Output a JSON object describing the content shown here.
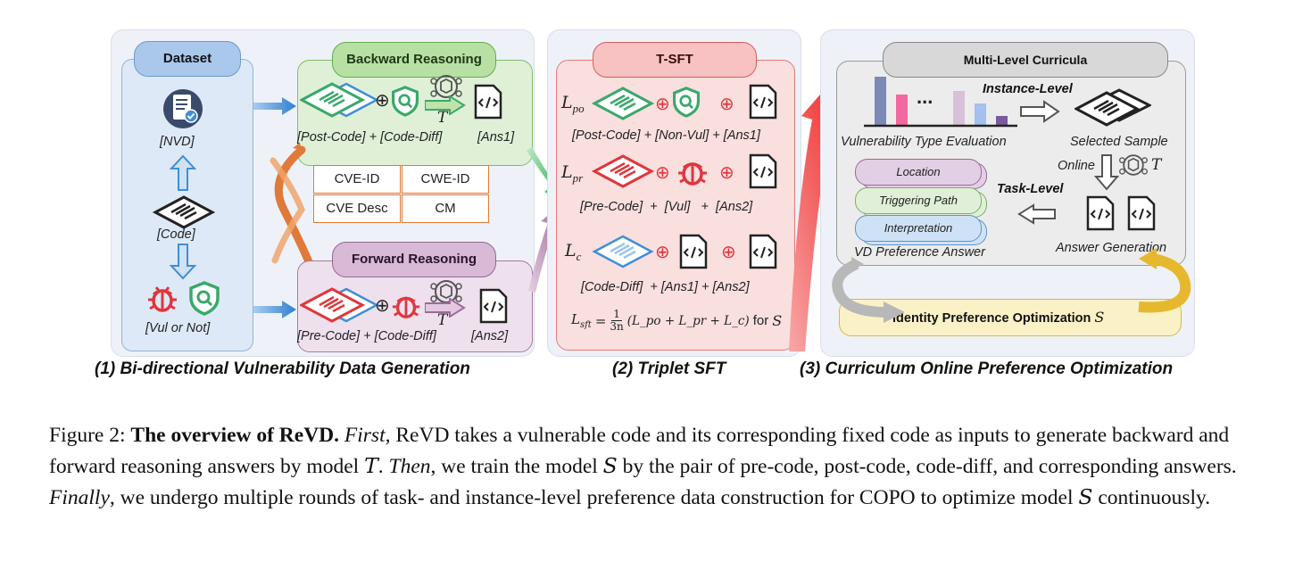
{
  "panel1": {
    "dataset_label": "Dataset",
    "nvd_label": "[NVD]",
    "code_label": "[Code]",
    "vul_label": "[Vul or Not]",
    "backward_title": "Backward Reasoning",
    "backward_caption": "[Post-Code] + [Code-Diff]",
    "backward_ans": "[Ans1]",
    "forward_title": "Forward Reasoning",
    "forward_caption": "[Pre-Code] + [Code-Diff]",
    "forward_ans": "[Ans2]",
    "meta": [
      "CVE-ID",
      "CWE-ID",
      "CVE Desc",
      "CM"
    ],
    "teacher_symbol": "T",
    "title": "(1) Bi-directional Vulnerability Data Generation"
  },
  "panel2": {
    "title_box": "T-SFT",
    "l_po": "L",
    "l_po_sub": "po",
    "row1_caption": "[Post-Code] + [Non-Vul] + [Ans1]",
    "l_pr": "L",
    "l_pr_sub": "pr",
    "row2_caption": "[Pre-Code]  +  [Vul]   +  [Ans2]",
    "l_c": "L",
    "l_c_sub": "c",
    "row3_caption": "[Code-Diff]  + [Ans1] + [Ans2]",
    "formula": "L_sft = 1/3n (L_po + L_pr + L_c) for S",
    "formula_lhs": "L",
    "formula_lhs_sub": "sft",
    "formula_num": "1",
    "formula_den": "3n",
    "formula_body": "(L_po + L_pr + L_c)",
    "formula_for": "for",
    "formula_student": "S",
    "title": "(2) Triplet SFT"
  },
  "panel3": {
    "title_box": "Multi-Level Curricula",
    "instance_level": "Instance-Level",
    "vte_label": "Vulnerability Type Evaluation",
    "selected_sample": "Selected Sample",
    "online": "Online",
    "teacher_symbol": "T",
    "task_level": "Task-Level",
    "pref_items": [
      "Location",
      "Triggering Path",
      "Interpretation"
    ],
    "vd_pref_answer": "VD Preference Answer",
    "answer_generation": "Answer Generation",
    "ipo_label": "Identity Preference Optimization",
    "student_symbol": "S",
    "dots": "...",
    "title": "(3) Curriculum Online Preference Optimization"
  },
  "figure_caption": {
    "prefix": "Figure 2: ",
    "bold": "The overview of ReVD.",
    "first": "First,",
    "seg1": " ReVD takes a vulnerable code and its corresponding fixed code as inputs to generate backward and forward reasoning answers by model ",
    "teacher": "T",
    "seg2": ". ",
    "then": "Then",
    "seg3": ", we train the model ",
    "student": "S",
    "seg4": " by the pair of pre-code, post-code, code-diff, and corresponding answers. ",
    "finally": "Finally",
    "seg5": ", we undergo multiple rounds of task- and instance-level preference data construction for COPO to optimize model ",
    "student2": "S",
    "seg6": " continuously."
  },
  "colors": {
    "green": "#3aa86b",
    "red": "#e0363c",
    "blue": "#3d8fd6",
    "orange": "#e07a3a",
    "purple": "#9c6a96"
  }
}
